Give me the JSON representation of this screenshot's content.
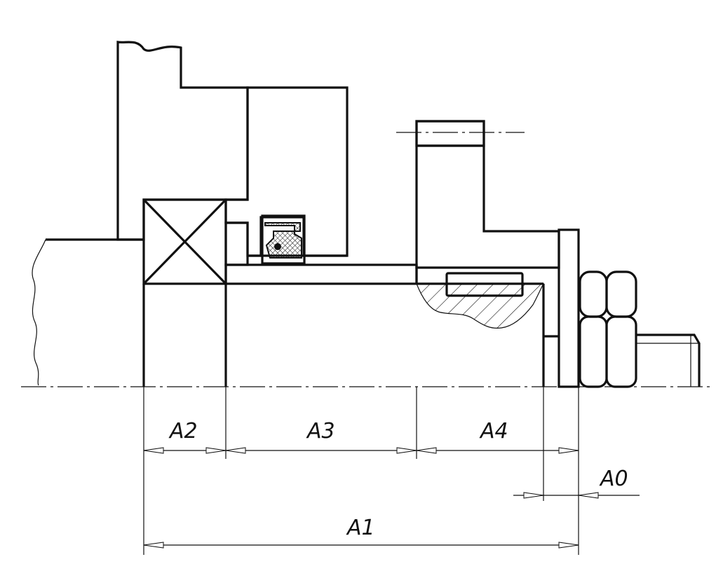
{
  "drawing": {
    "type": "assembly dimension chain (shaft, bearing, seal, gear, nut)",
    "labels": {
      "a2": "A2",
      "a3": "A3",
      "a4": "A4",
      "a0": "A0",
      "a1": "A1"
    }
  }
}
